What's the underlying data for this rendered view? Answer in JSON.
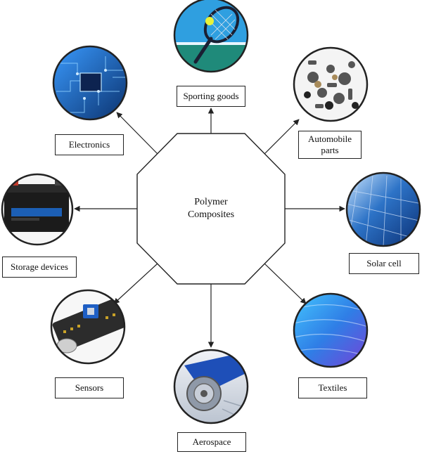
{
  "center": {
    "label": "Polymer\nComposites"
  },
  "applications": [
    {
      "id": "sporting-goods",
      "label": "Sporting goods",
      "icon": "tennis-racket-icon"
    },
    {
      "id": "automobile-parts",
      "label": "Automobile\nparts",
      "icon": "auto-parts-icon"
    },
    {
      "id": "solar-cell",
      "label": "Solar cell",
      "icon": "solar-panel-icon"
    },
    {
      "id": "textiles",
      "label": "Textiles",
      "icon": "fabric-rolls-icon"
    },
    {
      "id": "aerospace",
      "label": "Aerospace",
      "icon": "jet-engine-icon"
    },
    {
      "id": "sensors",
      "label": "Sensors",
      "icon": "sensor-module-icon"
    },
    {
      "id": "storage-devices",
      "label": "Storage devices",
      "icon": "battery-icon"
    },
    {
      "id": "electronics",
      "label": "Electronics",
      "icon": "circuit-board-icon"
    }
  ]
}
